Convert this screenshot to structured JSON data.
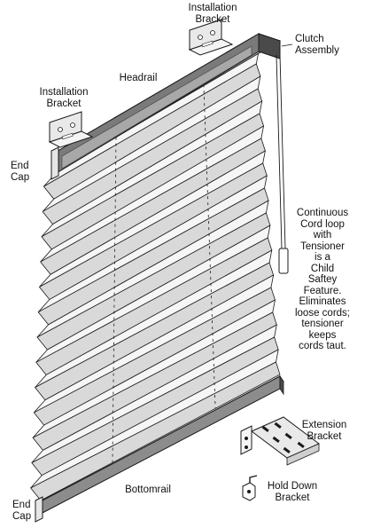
{
  "labels": {
    "installation_bracket_top": "Installation\nBracket",
    "clutch_assembly": "Clutch\nAssembly",
    "headrail": "Headrail",
    "installation_bracket_left": "Installation\nBracket",
    "end_cap_top": "End\nCap",
    "cord_note": "Continuous\nCord loop\nwith\nTensioner\nis a\nChild\nSaftey\nFeature.\nEliminates\nloose cords;\ntensioner\nkeeps\ncords taut.",
    "extension_bracket": "Extension\nBracket",
    "hold_down_bracket": "Hold Down\nBracket",
    "bottomrail": "Bottomrail",
    "end_cap_bottom": "End\nCap"
  },
  "colors": {
    "line": "#1a1a1a",
    "pleat_light": "#f6f6f6",
    "pleat_shade": "#d9d9d9",
    "rail": "#7a7a7a",
    "rail_dark": "#3c3c3c",
    "rail_face": "#a8a8a8",
    "bracket": "#e9e9e9"
  }
}
